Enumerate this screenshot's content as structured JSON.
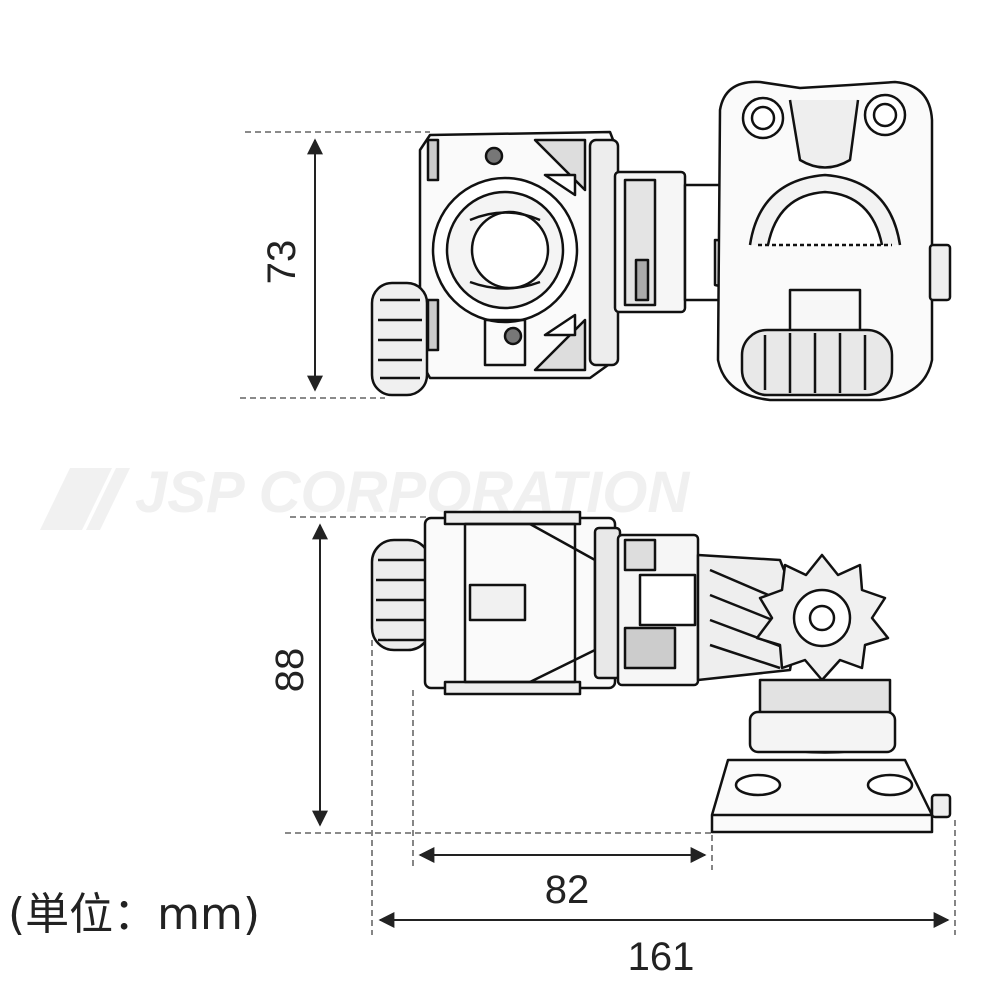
{
  "dimensions": {
    "top_view_height": "73",
    "side_view_height": "88",
    "base_offset": "82",
    "total_length": "161"
  },
  "unit_note": "(単位：mm)",
  "watermark": "JSP CORPORATION",
  "colors": {
    "line": "#111111",
    "dimension": "#222222",
    "part_fill": "#e6e6e6",
    "part_dark": "#bdbdbd",
    "watermark": "#f2f2f2"
  }
}
